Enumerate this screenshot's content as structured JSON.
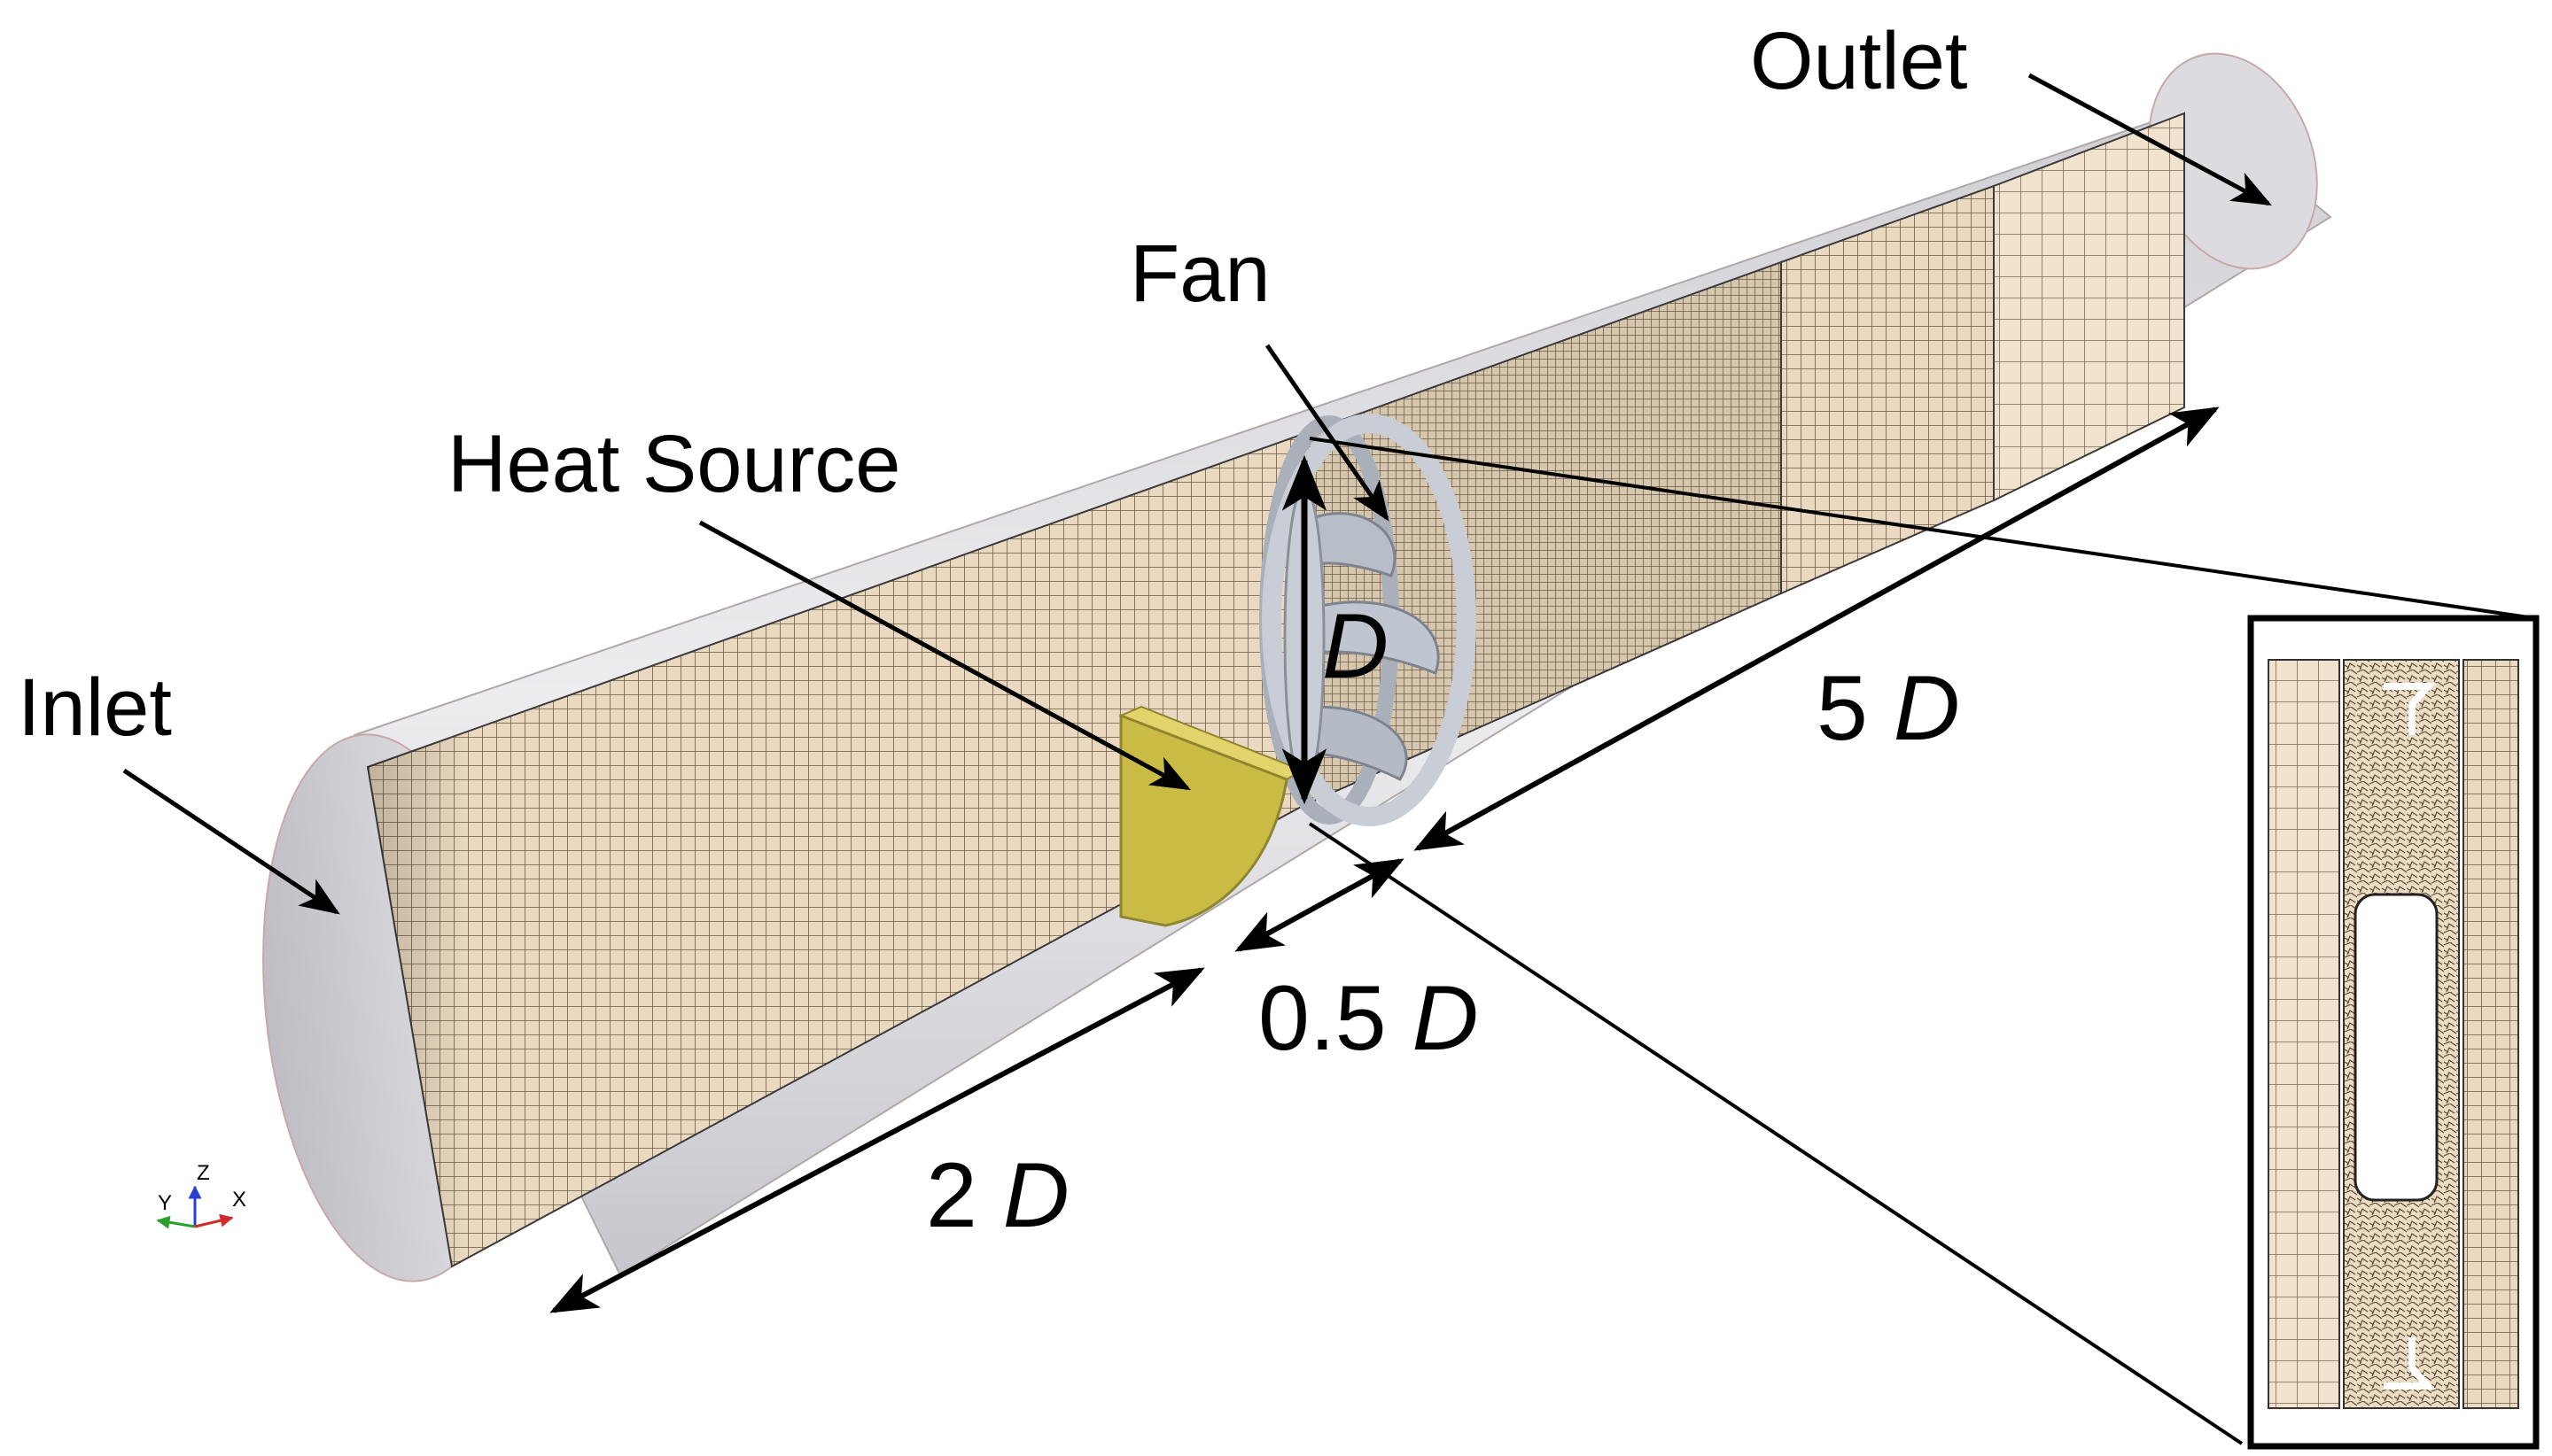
{
  "labels": {
    "outlet": "Outlet",
    "fan": "Fan",
    "heat_source": "Heat Source",
    "inlet": "Inlet",
    "diameter_symbol": "D",
    "length_upstream": {
      "num": "2 ",
      "sym": "D"
    },
    "length_gap": {
      "num": "0.5 ",
      "sym": "D"
    },
    "length_downstream": {
      "num": "5 ",
      "sym": "D"
    }
  },
  "axes_triad": {
    "z": "Z",
    "y": "Y",
    "x": "X"
  },
  "colors": {
    "duct_shell": "#d9d9de",
    "mesh_plane": "#e8d8c0",
    "heat_source": "#cdbf4f",
    "fan": "#c7ccd4",
    "axis_x": "#d12a2a",
    "axis_y": "#2aa02a",
    "axis_z": "#2a3fd1"
  }
}
